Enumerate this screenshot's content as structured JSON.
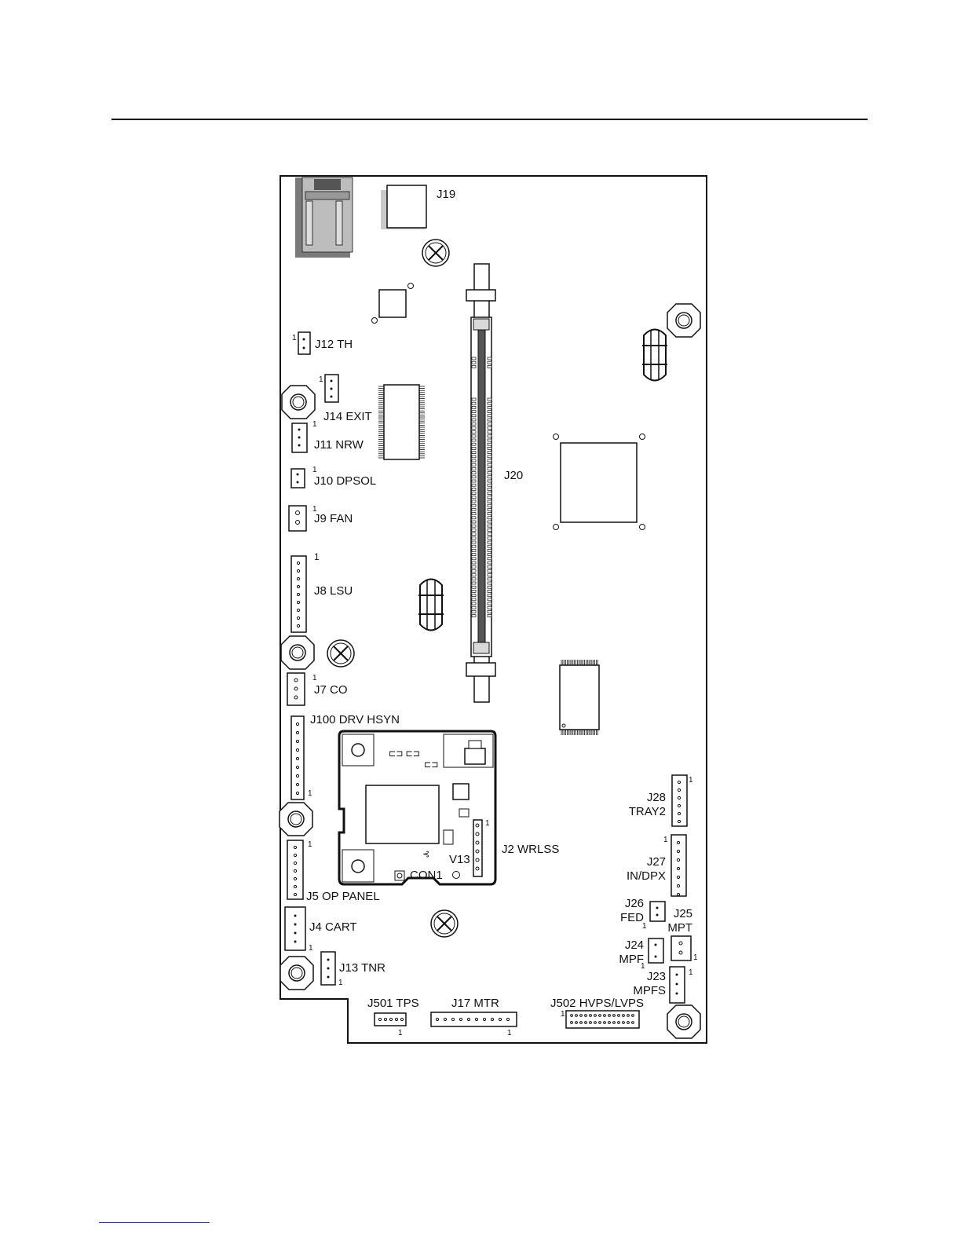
{
  "colors": {
    "line": "#111111",
    "dark_fill": "#555555",
    "light_fill": "#d9d9d9",
    "footer_link": "#2233cc"
  },
  "icons": [
    "screw-mount-icon",
    "ferrite-coil-icon",
    "ic-chip-icon",
    "connector-icon"
  ],
  "labels": {
    "j19": "J19",
    "j12": "J12  TH",
    "j14": "J14  EXIT",
    "j11": "J11  NRW",
    "j10": "J10  DPSOL",
    "j9": "J9  FAN",
    "j20": "J20",
    "j8": "J8  LSU",
    "j7": "J7  CO",
    "j100": "J100  DRV  HSYN",
    "j28a": "J28",
    "j28b": "TRAY2",
    "j2": "J2  WRLSS",
    "v13": "V13",
    "con1": "CON1",
    "j27a": "J27",
    "j27b": "IN/DPX",
    "j5": "J5  OP PANEL",
    "j26a": "J26",
    "j26b": "FED",
    "j25a": "J25",
    "j25b": "MPT",
    "j4": "J4  CART",
    "j24a": "J24",
    "j24b": "MPF",
    "j13": "J13  TNR",
    "j23a": "J23",
    "j23b": "MPFS",
    "j501": "J501  TPS",
    "j17": "J17  MTR",
    "j502": "J502  HVPS/LVPS"
  },
  "pin_one_marker": "1"
}
